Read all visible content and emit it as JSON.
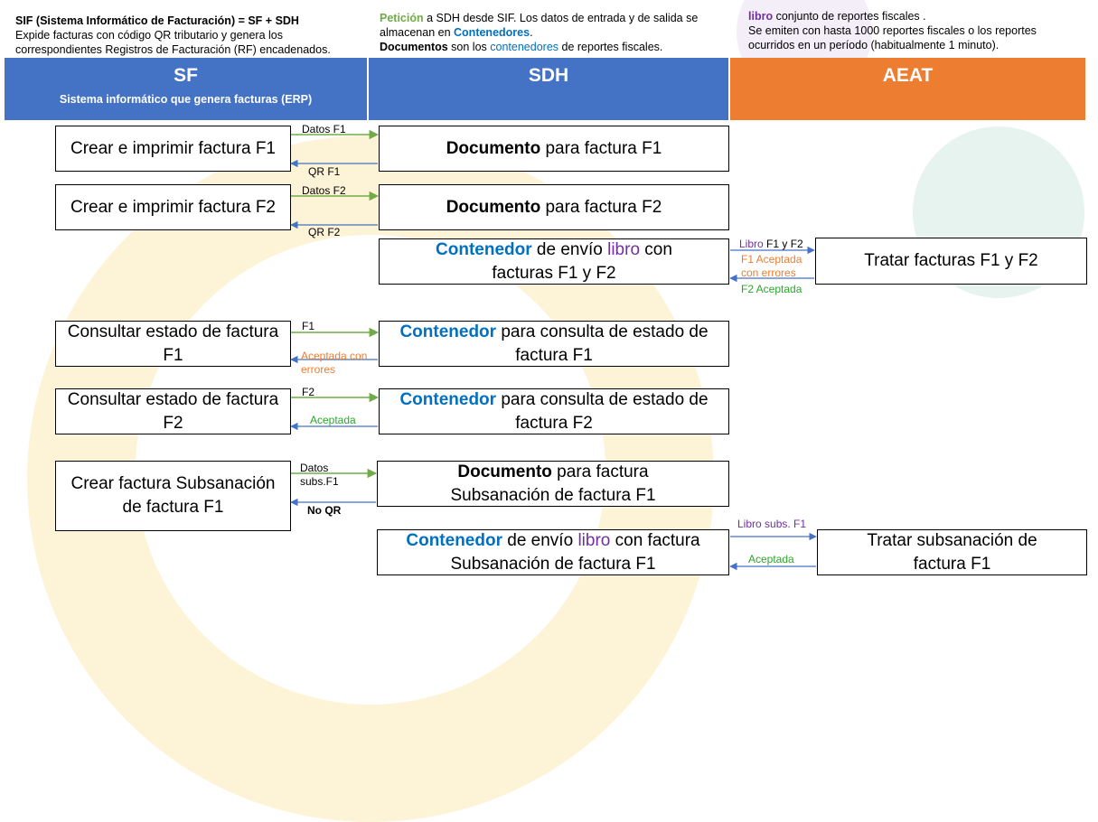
{
  "notes": {
    "sif_title": "SIF (Sistema Informático de Facturación) =  SF + SDH",
    "sif_body": "Expide facturas con código QR tributario y genera los correspondientes Registros de Facturación (RF) encadenados.",
    "peticion_word": "Petición",
    "peticion_rest": " a SDH desde SIF. Los datos de entrada y de salida se almacenan en ",
    "contenedores_word": "Contenedores",
    "period": ".",
    "documentos_word": "Documentos",
    "documentos_mid": " son los ",
    "contenedores_lower": "contenedores",
    "documentos_end": " de reportes fiscales.",
    "libro_word": "libro",
    "libro_rest": " conjunto de reportes fiscales .",
    "libro_body": "Se emiten con hasta 1000 reportes fiscales o los reportes ocurridos en un período (habitualmente 1 minuto)."
  },
  "headers": {
    "sf_title": "SF",
    "sf_subtitle": "Sistema informático que genera facturas (ERP)",
    "sdh_title": "SDH",
    "aeat_title": "AEAT"
  },
  "colors": {
    "header_blue": "#4472c4",
    "header_orange": "#ed7d31",
    "arrow_green": "#70ad47",
    "arrow_blue": "#4472c4",
    "text_blue": "#0070c0",
    "text_purple": "#7030a0",
    "text_green": "#2aa82a",
    "text_orange": "#ed7d31"
  },
  "sf_boxes": {
    "b1": "Crear e imprimir factura F1",
    "b2": "Crear e imprimir factura F2",
    "b3": "Consultar estado de factura F1",
    "b4": "Consultar estado de factura F2",
    "b5": "Crear factura Subsanación de factura F1"
  },
  "sdh_boxes": {
    "documento": "Documento",
    "contenedor": "Contenedor",
    "libro": "libro",
    "d1_rest": " para factura F1",
    "d2_rest": " para factura F2",
    "c1_pre": " de envío ",
    "c1_post": " con facturas F1 y F2",
    "c2_rest": " para consulta de estado de factura F1",
    "c3_rest": " para consulta de estado de factura F2",
    "d3_rest": " para factura Subsanación de factura F1",
    "c4_pre": " de envío ",
    "c4_post": " con factura Subsanación de factura F1"
  },
  "aeat_boxes": {
    "a1": "Tratar facturas F1 y F2",
    "a2": "Tratar subsanación de factura F1"
  },
  "arrow_labels": {
    "datos_f1": "Datos F1",
    "qr_f1": "QR F1",
    "datos_f2": "Datos F2",
    "qr_f2": "QR F2",
    "libro_word": "Libro",
    "libro_f1f2_rest": " F1 y F2",
    "f1_aceptada_con_errores": "F1 Aceptada con errores",
    "f2_aceptada": "F2 Aceptada",
    "f1": "F1",
    "aceptada_con_errores": "Aceptada con errores",
    "f2": "F2",
    "aceptada": "Aceptada",
    "datos_subs": "Datos subs.F1",
    "no_qr": "No QR",
    "libro_subs": "Libro subs. F1",
    "aceptada2": "Aceptada"
  }
}
